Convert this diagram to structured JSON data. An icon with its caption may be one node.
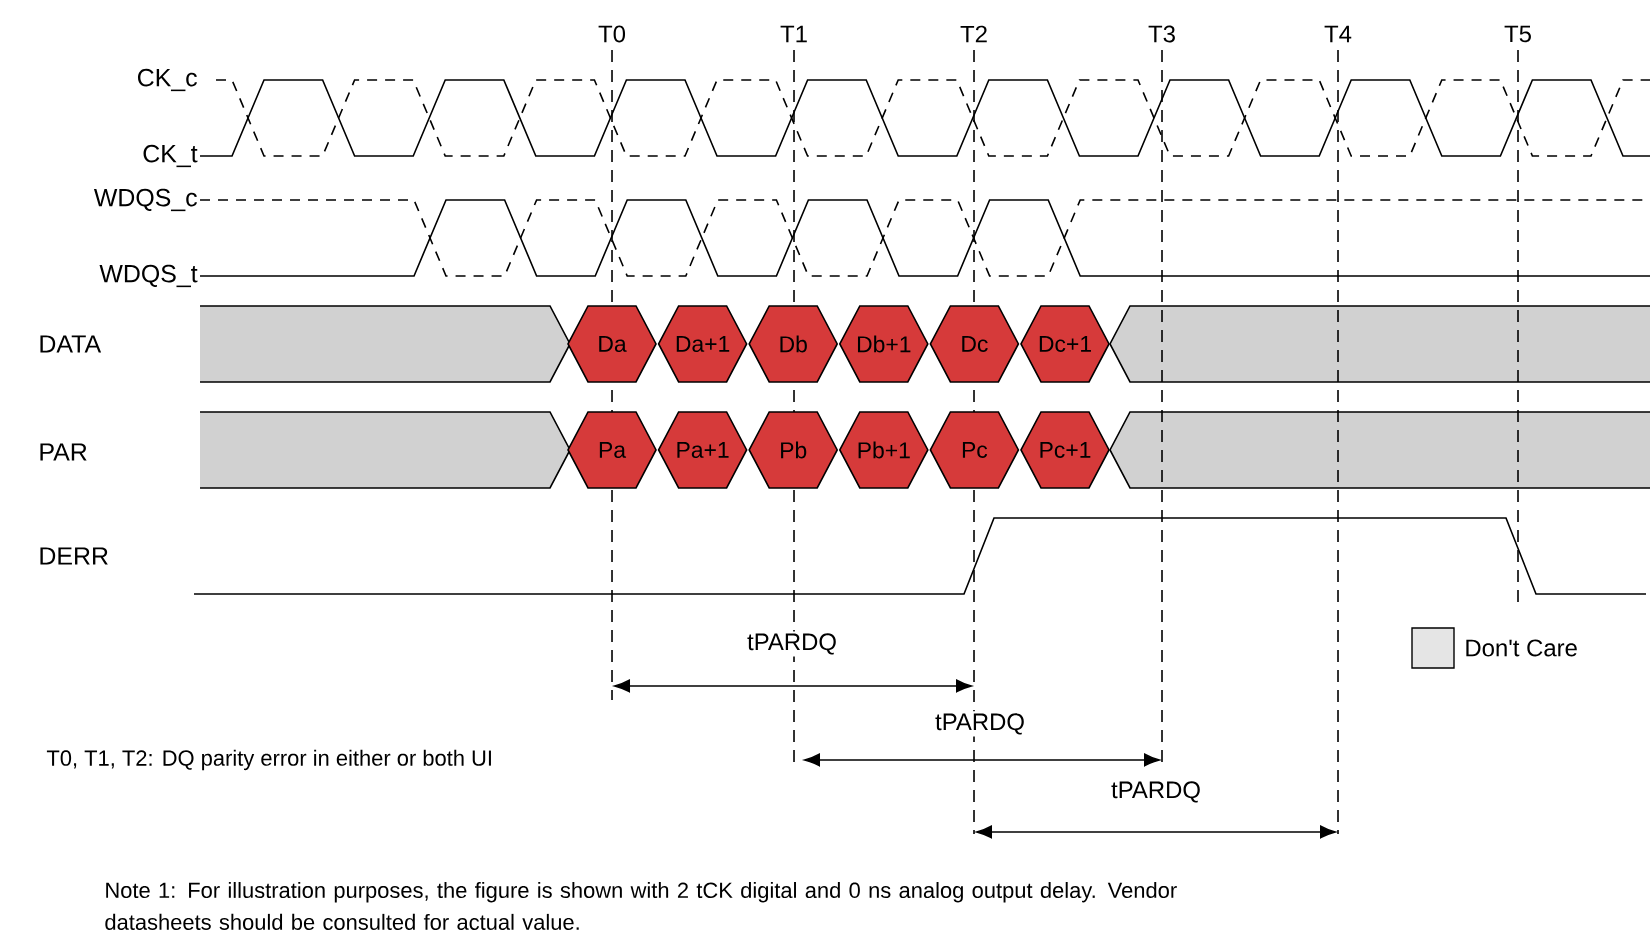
{
  "diagram": {
    "nodes": [
      {
        "text": [
          "Da"
        ]
      },
      {
        "text": [
          "Da+1"
        ]
      },
      {
        "text": [
          "Db"
        ]
      },
      {
        "text": [
          "Db+1"
        ]
      },
      {
        "text": [
          "Dc"
        ]
      },
      {
        "text": [
          "Dc+1"
        ]
      },
      {
        "text": [
          "Pa"
        ]
      },
      {
        "text": [
          "Pa+1"
        ]
      },
      {
        "text": [
          "Pb"
        ]
      },
      {
        "text": [
          "Pb+1"
        ]
      },
      {
        "text": [
          "Pc"
        ]
      },
      {
        "text": [
          "Pc+1"
        ]
      }
    ],
    "labels": [
      "T0",
      "T1",
      "T2",
      "T3",
      "T4",
      "T5",
      "CK_c",
      "CK_t",
      "WDQS_c",
      "WDQS_t",
      "DATA",
      "PAR",
      "DERR",
      "tPARDQ",
      "tPARDQ",
      "T0, T1, T2: DQ parity error in either or both UI",
      "tPARDQ",
      "Note 1: For illustration purposes, the figure is shown with 2 tCK digital and 0 ns analog output delay. Vendor datasheets should be consulted for actual value."
    ],
    "legend": [
      {
        "text": "Don't Care"
      }
    ]
  }
}
